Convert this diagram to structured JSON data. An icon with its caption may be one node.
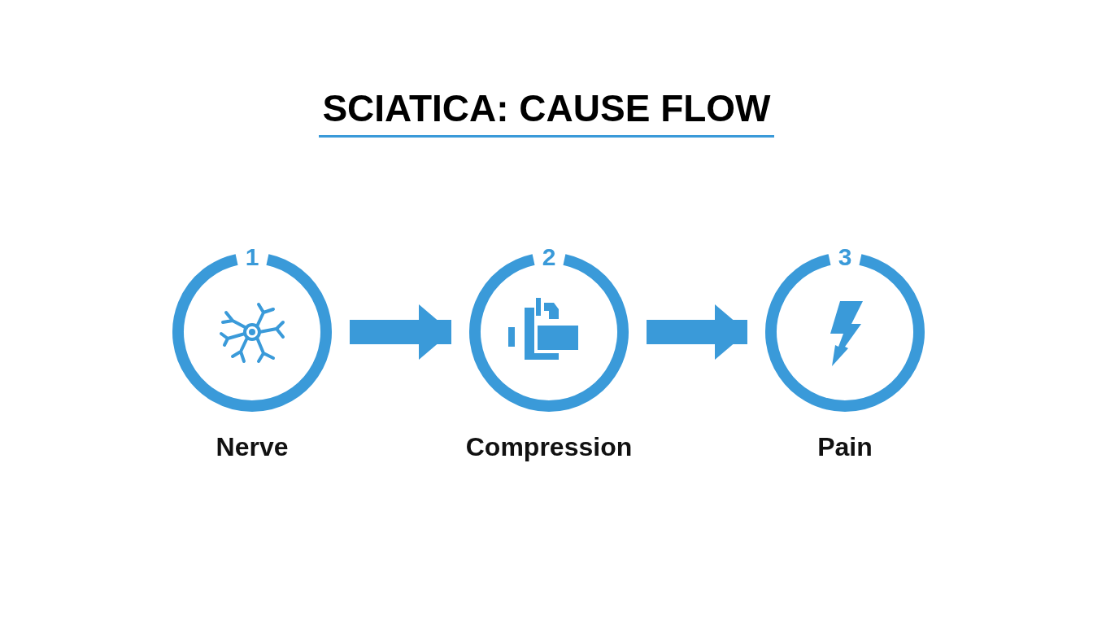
{
  "diagram": {
    "title": "SCIATICA: CAUSE FLOW",
    "nodes": [
      {
        "text": [
          "1",
          "Nerve"
        ]
      },
      {
        "text": [
          "2",
          "Compression"
        ]
      },
      {
        "text": [
          "3",
          "Pain"
        ]
      }
    ],
    "edges": [
      {
        "from": 0,
        "to": 1,
        "arrow": "to"
      },
      {
        "from": 1,
        "to": 2,
        "arrow": "to"
      }
    ]
  }
}
